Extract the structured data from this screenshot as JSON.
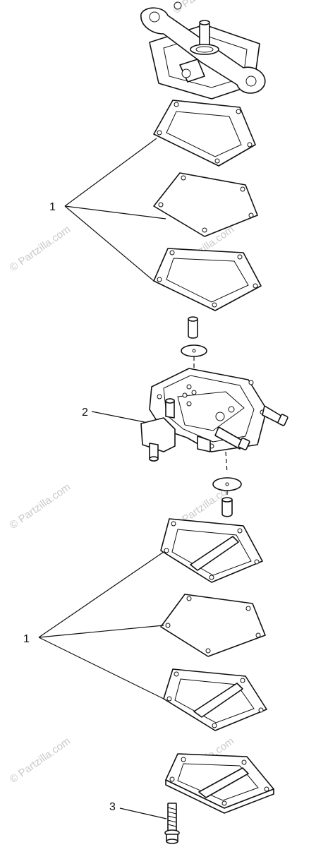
{
  "callouts": {
    "top_gaskets": "1",
    "pump_body": "2",
    "bottom_gaskets": "1",
    "screw": "3"
  },
  "watermark": {
    "text": "© Partzilla.com"
  },
  "colors": {
    "line": "#111111",
    "background": "#ffffff",
    "watermark": "#c9c9c9"
  }
}
